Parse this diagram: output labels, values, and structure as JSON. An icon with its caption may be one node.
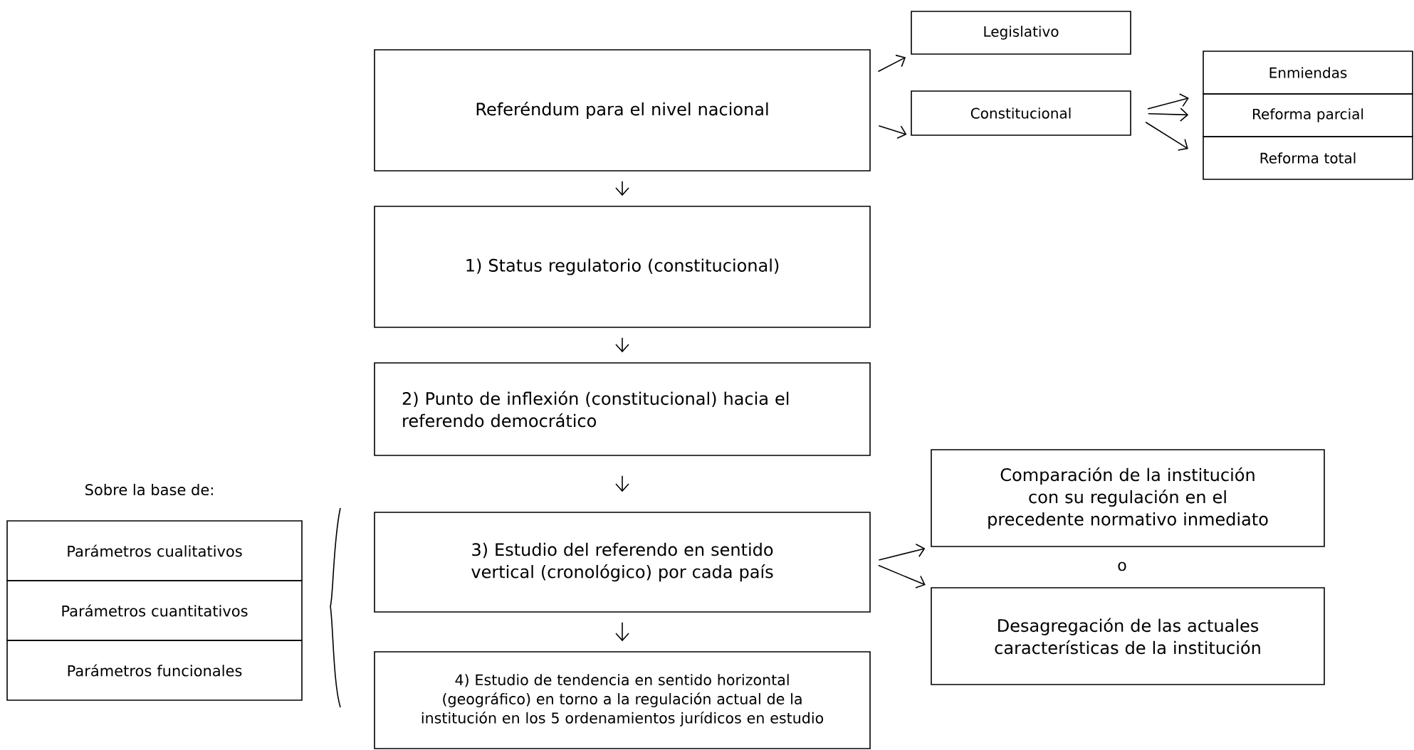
{
  "diagram": {
    "nodes": [
      {
        "text": [
          "Referéndum para el nivel nacional"
        ]
      },
      {
        "text": [
          "Legislativo"
        ]
      },
      {
        "text": [
          "Constitucional"
        ]
      },
      {
        "text": [
          "Enmiendas"
        ]
      },
      {
        "text": [
          "Reforma parcial"
        ]
      },
      {
        "text": [
          "Reforma total"
        ]
      },
      {
        "text": [
          "1) Status regulatorio (constitucional)"
        ]
      },
      {
        "text": [
          "2) Punto de inflexión (constitucional) hacia el referendo democrático"
        ]
      },
      {
        "text": [
          "3) Estudio del referendo en sentido vertical (cronológico) por cada país"
        ]
      },
      {
        "text": [
          "4) Estudio de tendencia en sentido horizontal (geográfico) en torno a la regulación actual de la institución en los 5 ordenamientos jurídicos en estudio"
        ]
      },
      {
        "text": [
          "Comparación de la institución con su regulación en el precedente normativo inmediato"
        ]
      },
      {
        "text": [
          "Desagregación de las actuales características de la institución"
        ]
      },
      {
        "text": [
          "Parámetros cualitativos"
        ]
      },
      {
        "text": [
          "Parámetros cuantitativos"
        ]
      },
      {
        "text": [
          "Parámetros funcionales"
        ]
      }
    ],
    "edges": [
      {
        "from": 0,
        "to": 1,
        "arrow": "to"
      },
      {
        "from": 0,
        "to": 2,
        "arrow": "to"
      },
      {
        "from": 2,
        "to": 3,
        "arrow": "to"
      },
      {
        "from": 2,
        "to": 4,
        "arrow": "to"
      },
      {
        "from": 2,
        "to": 5,
        "arrow": "to"
      },
      {
        "from": 0,
        "to": 6,
        "arrow": "to"
      },
      {
        "from": 6,
        "to": 7,
        "arrow": "to"
      },
      {
        "from": 7,
        "to": 8,
        "arrow": "to"
      },
      {
        "from": 8,
        "to": 9,
        "arrow": "to"
      },
      {
        "from": 8,
        "to": 10,
        "arrow": "to"
      },
      {
        "from": 8,
        "to": 11,
        "arrow": "to"
      }
    ],
    "labels": [
      "Sobre la base de:",
      "o"
    ]
  }
}
